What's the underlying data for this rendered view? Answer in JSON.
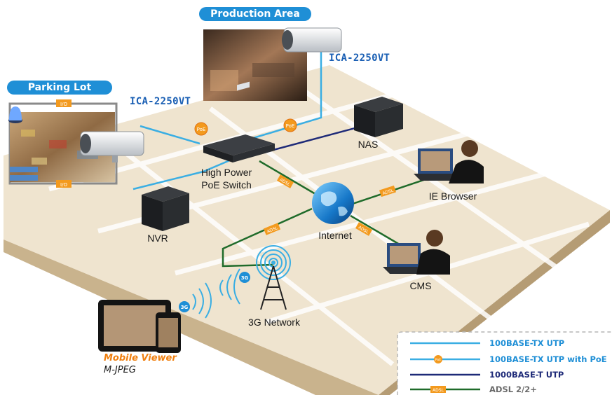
{
  "areas": {
    "production": "Production Area",
    "parking": "Parking Lot"
  },
  "cameras": {
    "top": "ICA-2250VT",
    "left": "ICA-2250VT"
  },
  "nodes": {
    "switch_line1": "High Power",
    "switch_line2": "PoE Switch",
    "nas": "NAS",
    "nvr": "NVR",
    "internet": "Internet",
    "ie_browser": "IE Browser",
    "cms": "CMS",
    "network_3g": "3G Network",
    "mobile_viewer": "Mobile Viewer",
    "mjpeg": "M-JPEG"
  },
  "badges": {
    "poe": "PoE",
    "io": "I/O",
    "adsl": "ADSL",
    "g3": "3G"
  },
  "legend": [
    {
      "label": "100BASE-TX UTP",
      "color": "#3aaee3",
      "marker": ""
    },
    {
      "label": "100BASE-TX UTP with PoE",
      "color": "#3aaee3",
      "marker": "PoE"
    },
    {
      "label": "1000BASE-T UTP",
      "color": "#1e2a78",
      "marker": ""
    },
    {
      "label": "ADSL 2/2+",
      "color": "#1f6b2a",
      "marker": "ADSL"
    }
  ],
  "colors": {
    "cable_100": "#3aaee3",
    "cable_1000": "#1e2a78",
    "cable_adsl": "#1f6b2a",
    "badge_orange": "#f39a1e",
    "pill_blue": "#1f8fd6",
    "floor": "#efe4cf"
  }
}
